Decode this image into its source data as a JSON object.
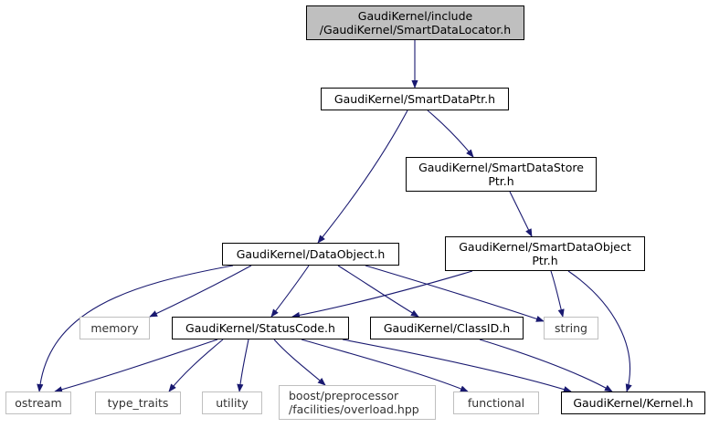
{
  "diagram": {
    "edge_color": "#191970",
    "nodes": [
      {
        "id": "smartdatalocator",
        "name": "node-smartdatalocator",
        "lines": [
          "GaudiKernel/include",
          "/GaudiKernel/SmartDataLocator.h"
        ],
        "root": true
      },
      {
        "id": "smartdataptr",
        "name": "node-smartdataptr",
        "lines": [
          "GaudiKernel/SmartDataPtr.h"
        ]
      },
      {
        "id": "smartdatastoreptr",
        "name": "node-smartdatastoreptr",
        "lines": [
          "GaudiKernel/SmartDataStore",
          "Ptr.h"
        ]
      },
      {
        "id": "dataobject",
        "name": "node-dataobject",
        "lines": [
          "GaudiKernel/DataObject.h"
        ]
      },
      {
        "id": "smartdataobjectptr",
        "name": "node-smartdataobjectptr",
        "lines": [
          "GaudiKernel/SmartDataObject",
          "Ptr.h"
        ]
      },
      {
        "id": "memory",
        "name": "node-memory",
        "lines": [
          "memory"
        ],
        "external": true
      },
      {
        "id": "statuscode",
        "name": "node-statuscode",
        "lines": [
          "GaudiKernel/StatusCode.h"
        ]
      },
      {
        "id": "classid",
        "name": "node-classid",
        "lines": [
          "GaudiKernel/ClassID.h"
        ]
      },
      {
        "id": "string",
        "name": "node-string",
        "lines": [
          "string"
        ],
        "external": true
      },
      {
        "id": "ostream",
        "name": "node-ostream",
        "lines": [
          "ostream"
        ],
        "external": true
      },
      {
        "id": "type_traits",
        "name": "node-type-traits",
        "lines": [
          "type_traits"
        ],
        "external": true
      },
      {
        "id": "utility",
        "name": "node-utility",
        "lines": [
          "utility"
        ],
        "external": true
      },
      {
        "id": "overload",
        "name": "node-boost-overload",
        "lines": [
          "boost/preprocessor",
          "/facilities/overload.hpp"
        ],
        "external": true,
        "left": true
      },
      {
        "id": "functional",
        "name": "node-functional",
        "lines": [
          "functional"
        ],
        "external": true
      },
      {
        "id": "kernel",
        "name": "node-kernel",
        "lines": [
          "GaudiKernel/Kernel.h"
        ]
      }
    ]
  }
}
